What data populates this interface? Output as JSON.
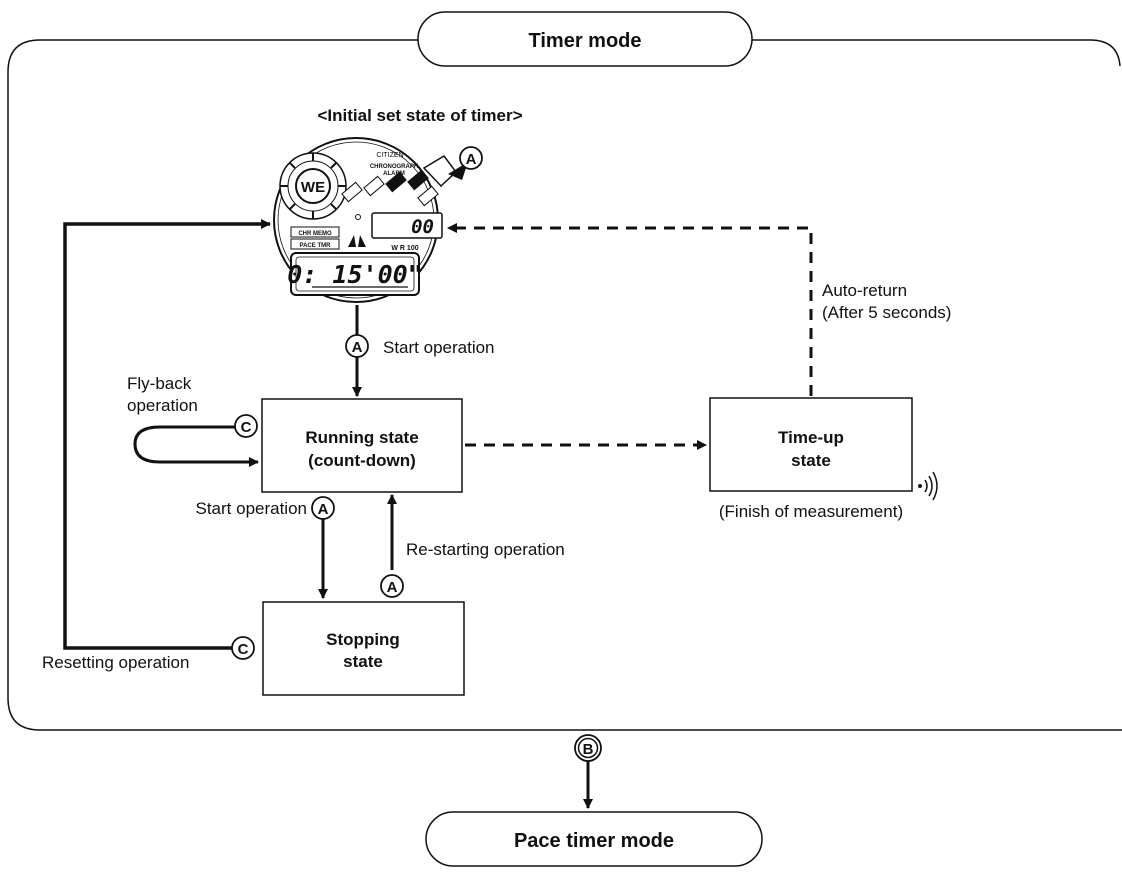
{
  "title": "Timer mode",
  "subtitle": "<Initial set state of timer>",
  "watch": {
    "brand": "CITIZEN",
    "subdial_line1": "CHRONOGRAPH",
    "subdial_line2": "ALARM",
    "center_logo": "WE",
    "label_chr_memo": "CHR MEMO",
    "label_pace_tmr": "PACE TMR",
    "wr": "W R 100",
    "small_display": "00",
    "main_display": "0: 15'00\""
  },
  "buttons": {
    "a": "A",
    "b": "B",
    "c": "C"
  },
  "states": {
    "running_line1": "Running state",
    "running_line2": "(count-down)",
    "timeup_line1": "Time-up",
    "timeup_line2": "state",
    "stopping_line1": "Stopping",
    "stopping_line2": "state"
  },
  "labels": {
    "start_operation_top": "Start operation",
    "flyback_line1": "Fly-back",
    "flyback_line2": "operation",
    "start_operation_left": "Start operation",
    "restarting_operation": "Re-starting operation",
    "resetting_operation": "Resetting operation",
    "auto_return_line1": "Auto-return",
    "auto_return_line2": "(After 5 seconds)",
    "finish_of_measurement": "(Finish of measurement)"
  },
  "next_mode": "Pace timer mode",
  "icons": {
    "alarm": "sound-waves-icon"
  }
}
